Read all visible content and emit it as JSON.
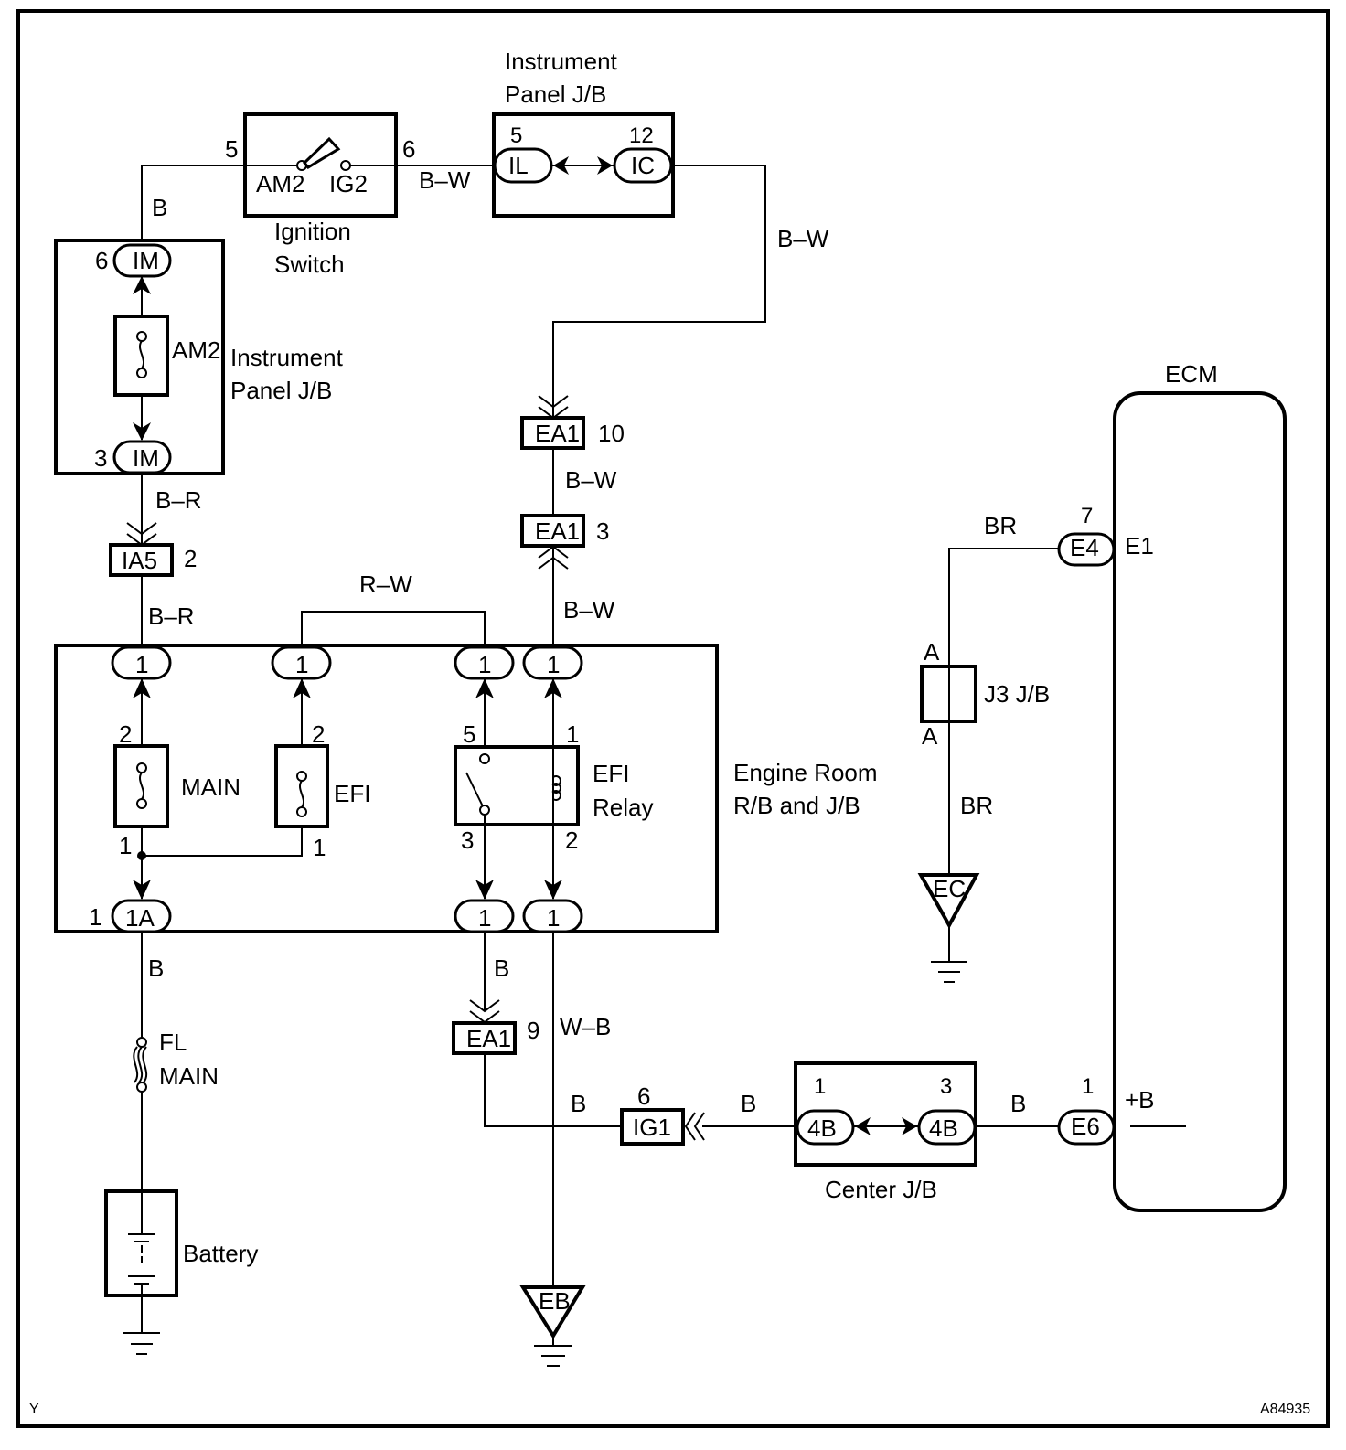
{
  "figure_id": "A84935",
  "corner_mark": "Y",
  "components": {
    "ignition_switch": {
      "title_line1": "Ignition",
      "title_line2": "Switch",
      "pin_left": "5",
      "pin_right": "6",
      "term_am2": "AM2",
      "term_ig2": "IG2"
    },
    "ip_jb_top": {
      "title_line1": "Instrument",
      "title_line2": "Panel J/B",
      "pin_il": "5",
      "conn_il": "IL",
      "pin_ic": "12",
      "conn_ic": "IC"
    },
    "ip_jb_left": {
      "title_line1": "Instrument",
      "title_line2": "Panel J/B",
      "fuse": "AM2",
      "pin_top": "6",
      "conn_top": "IM",
      "pin_bottom": "3",
      "conn_bottom": "IM"
    },
    "engine_room_rb": {
      "title_line1": "Engine Room",
      "title_line2": "R/B and J/B",
      "conn_label": "1",
      "bottom_left_conn": "1A",
      "bottom_left_pin": "1",
      "main_fuse": {
        "label": "MAIN",
        "pin_top": "2",
        "pin_bottom": "1"
      },
      "efi_fuse": {
        "label": "EFI",
        "pin_top": "2",
        "pin_bottom": "1"
      },
      "efi_relay": {
        "label_line1": "EFI",
        "label_line2": "Relay",
        "pin5": "5",
        "pin1": "1",
        "pin3": "3",
        "pin2": "2"
      }
    },
    "fl_main": {
      "line1": "FL",
      "line2": "MAIN"
    },
    "battery": {
      "label": "Battery"
    },
    "ea1_10": {
      "conn": "EA1",
      "pin": "10"
    },
    "ea1_3": {
      "conn": "EA1",
      "pin": "3"
    },
    "ea1_9": {
      "conn": "EA1",
      "pin": "9"
    },
    "ia5": {
      "conn": "IA5",
      "pin": "2"
    },
    "ig1": {
      "conn": "IG1",
      "pin": "6"
    },
    "center_jb": {
      "title": "Center J/B",
      "conn_left": "4B",
      "pin_left": "1",
      "conn_right": "4B",
      "pin_right": "3"
    },
    "ecm": {
      "title": "ECM",
      "e4_conn": "E4",
      "e4_pin": "7",
      "e4_term": "E1",
      "e6_conn": "E6",
      "e6_pin": "1",
      "e6_term": "+B"
    },
    "j3_jb": {
      "label": "J3 J/B",
      "pin_top": "A",
      "pin_bottom": "A"
    },
    "ground_eb": "EB",
    "ground_ec": "EC"
  },
  "wires": {
    "im_to_switch": "B",
    "switch_to_ipjb": "B–W",
    "ic_out": "B–W",
    "ea1_between": "B–W",
    "ea1_to_rb": "B–W",
    "im_to_ia5": "B–R",
    "ia5_to_rb": "B–R",
    "efi_to_relay": "R–W",
    "rb_to_fl": "B",
    "relay3_to_ea1": "B",
    "relay2_to_ground": "W–B",
    "ea1_to_ig1": "B",
    "ig1_to_center": "B",
    "center_to_e6": "B",
    "e4_wire": "BR",
    "j3_to_ec": "BR"
  }
}
